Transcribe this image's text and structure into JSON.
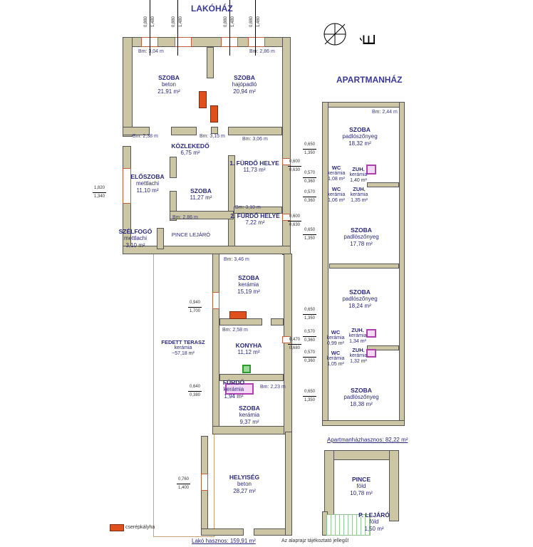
{
  "titles": {
    "house": "LAKÓHÁZ",
    "apartment": "APARTMANHÁZ"
  },
  "rooms": [
    {
      "name": "SZOBA",
      "floor": "beton",
      "area": "21,91 m²"
    },
    {
      "name": "SZOBA",
      "floor": "hajópadló",
      "area": "20,94 m²"
    },
    {
      "name": "KÖZLEKEDŐ",
      "floor": "",
      "area": "6,75 m²"
    },
    {
      "name": "1. FÜRDŐ HELYE",
      "floor": "",
      "area": "11,73 m²"
    },
    {
      "name": "ELŐSZOBA",
      "floor": "mettlachi",
      "area": "11,10 m²"
    },
    {
      "name": "SZOBA",
      "floor": "",
      "area": "11,27 m²"
    },
    {
      "name": "2. FÜRDŐ HELYE",
      "floor": "",
      "area": "7,22 m²"
    },
    {
      "name": "SZÉLFOGÓ",
      "floor": "mettlachi",
      "area": "3,10 m²"
    },
    {
      "name": "PINCE LEJÁRÓ",
      "floor": "",
      "area": ""
    },
    {
      "name": "SZOBA",
      "floor": "kerámia",
      "area": "15,19 m²"
    },
    {
      "name": "FEDETT TERASZ",
      "floor": "kerámia",
      "area": "~57,18 m²"
    },
    {
      "name": "KONYHA",
      "floor": "",
      "area": "11,12 m²"
    },
    {
      "name": "FÜRDŐ",
      "floor": "kerámia",
      "area": "1,94 m²"
    },
    {
      "name": "SZOBA",
      "floor": "kerámia",
      "area": "9,37 m²"
    },
    {
      "name": "HELYISÉG",
      "floor": "beton",
      "area": "28,27 m²"
    },
    {
      "name": "SZOBA",
      "floor": "padlószőnyeg",
      "area": "18,32 m²"
    },
    {
      "name": "WC",
      "floor": "kerámia",
      "area": "1,08 m²"
    },
    {
      "name": "ZUH.",
      "floor": "kerámia",
      "area": "1,40 m²"
    },
    {
      "name": "WC",
      "floor": "kerámia",
      "area": "1,06 m²"
    },
    {
      "name": "ZUH.",
      "floor": "kerámia",
      "area": "1,35 m²"
    },
    {
      "name": "SZOBA",
      "floor": "padlószőnyeg",
      "area": "17,78 m²"
    },
    {
      "name": "SZOBA",
      "floor": "padlószőnyeg",
      "area": "18,24 m²"
    },
    {
      "name": "WC",
      "floor": "kerámia",
      "area": "0,99 m²"
    },
    {
      "name": "ZUH.",
      "floor": "kerámia",
      "area": "1,34 m²"
    },
    {
      "name": "WC",
      "floor": "kerámia",
      "area": "1,05 m²"
    },
    {
      "name": "ZUH.",
      "floor": "kerámia",
      "area": "1,32 m²"
    },
    {
      "name": "SZOBA",
      "floor": "padlószőnyeg",
      "area": "18,38 m²"
    },
    {
      "name": "PINCE",
      "floor": "föld",
      "area": "10,78 m²"
    },
    {
      "name": "P. LEJÁRÓ",
      "floor": "föld",
      "area": "1,50 m²"
    }
  ],
  "heights": [
    "Bm: 3,04 m",
    "Bm: 2,86 m",
    "Bm: 2,38 m",
    "Bm: 3,15 m",
    "Bm: 3,06 m",
    "Bm: 2,86 m",
    "Bm: 3,10 m",
    "Bm: 3,46 m",
    "Bm: 2,58 m",
    "Bm: 2,23 m",
    "Bm: 2,44 m"
  ],
  "top_windows": [
    {
      "a": "0,880",
      "b": "1,480"
    },
    {
      "a": "0,880",
      "b": "1,480"
    },
    {
      "a": "0,880",
      "b": "1,480"
    },
    {
      "a": "0,880",
      "b": "1,480"
    }
  ],
  "side_windows": [
    {
      "a": "1,820",
      "b": "1,340"
    },
    {
      "a": "0,650",
      "b": "1,350"
    },
    {
      "a": "0,600",
      "b": "0,630"
    },
    {
      "a": "0,570",
      "b": "0,360"
    },
    {
      "a": "0,570",
      "b": "0,360"
    },
    {
      "a": "0,600",
      "b": "0,630"
    },
    {
      "a": "0,650",
      "b": "1,350"
    },
    {
      "a": "0,940",
      "b": "1,700"
    },
    {
      "a": "0,650",
      "b": "1,350"
    },
    {
      "a": "0,570",
      "b": "0,360"
    },
    {
      "a": "0,470",
      "b": "0,680"
    },
    {
      "a": "0,570",
      "b": "0,360"
    },
    {
      "a": "0,650",
      "b": "1,350"
    },
    {
      "a": "0,640",
      "b": "0,380"
    },
    {
      "a": "0,760",
      "b": "1,400"
    }
  ],
  "footer": {
    "house_usable": "Lakó hasznos: 159,91 m²",
    "apartment_usable": "Apartmanházhasznos: 82,22 m²",
    "disclaimer": "Az alaprajz tájékoztató jellegű!"
  },
  "legend": {
    "stove_label": "cserépkályha",
    "stove_color": "#e0501c"
  },
  "colors": {
    "wall": "#cdc6a4",
    "text": "#2a2a7a"
  }
}
